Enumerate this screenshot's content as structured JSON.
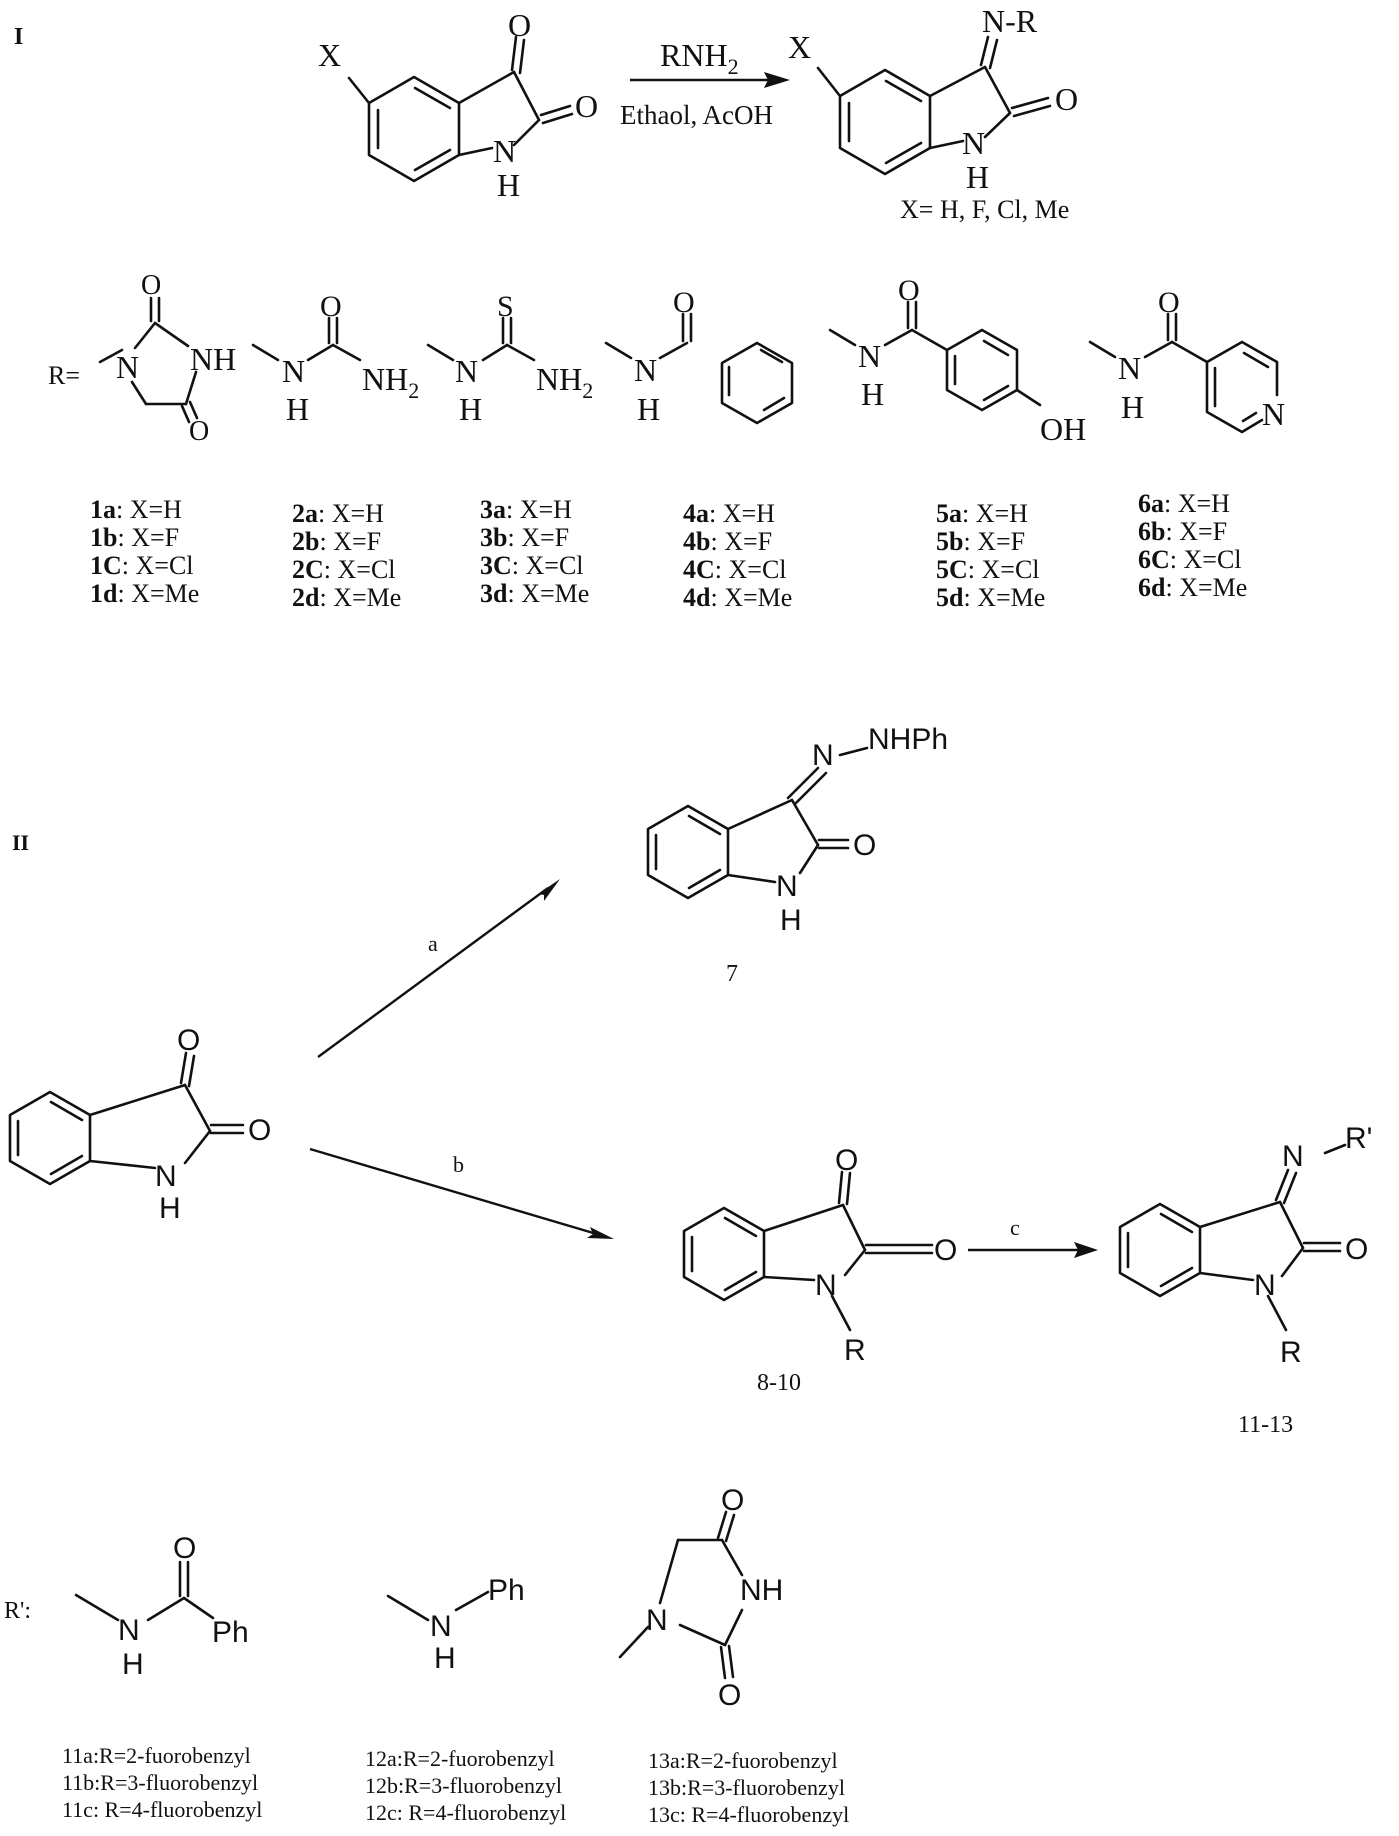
{
  "sections": {
    "I": "I",
    "II": "II"
  },
  "scheme_I": {
    "reactant": {
      "x": "X",
      "o3": "O",
      "o2": "O",
      "n": "N",
      "h": "H"
    },
    "reagent": "RNH",
    "reagent_sub": "2",
    "conditions": "Ethaol, AcOH",
    "product": {
      "x": "X",
      "nr": "N-R",
      "o": "O",
      "n": "N",
      "h": "H"
    },
    "x_values": "X= H, F, Cl, Me",
    "r_label": "R=",
    "groups": [
      {
        "id": "1",
        "atoms": {
          "o1": "O",
          "n1": "N",
          "nh": "NH",
          "o2": "O"
        },
        "labels": [
          {
            "num": "1a",
            "text": ": X=H"
          },
          {
            "num": "1b",
            "text": ": X=F"
          },
          {
            "num": "1C",
            "text": ": X=Cl"
          },
          {
            "num": "1d",
            "text": ": X=Me"
          }
        ]
      },
      {
        "id": "2",
        "atoms": {
          "o": "O",
          "n": "N",
          "h": "H",
          "nh2": "NH",
          "sub": "2"
        },
        "labels": [
          {
            "num": "2a",
            "text": ": X=H"
          },
          {
            "num": "2b",
            "text": ": X=F"
          },
          {
            "num": "2C",
            "text": ": X=Cl"
          },
          {
            "num": "2d",
            "text": ": X=Me"
          }
        ]
      },
      {
        "id": "3",
        "atoms": {
          "s": "S",
          "n": "N",
          "h": "H",
          "nh2": "NH",
          "sub": "2"
        },
        "labels": [
          {
            "num": "3a",
            "text": ": X=H"
          },
          {
            "num": "3b",
            "text": ": X=F"
          },
          {
            "num": "3C",
            "text": ": X=Cl"
          },
          {
            "num": "3d",
            "text": ": X=Me"
          }
        ]
      },
      {
        "id": "4",
        "atoms": {
          "o": "O",
          "n": "N",
          "h": "H"
        },
        "labels": [
          {
            "num": "4a",
            "text": ": X=H"
          },
          {
            "num": "4b",
            "text": ": X=F"
          },
          {
            "num": "4C",
            "text": ": X=Cl"
          },
          {
            "num": "4d",
            "text": ": X=Me"
          }
        ]
      },
      {
        "id": "5",
        "atoms": {
          "o": "O",
          "n": "N",
          "h": "H",
          "oh": "OH"
        },
        "labels": [
          {
            "num": "5a",
            "text": ": X=H"
          },
          {
            "num": "5b",
            "text": ": X=F"
          },
          {
            "num": "5C",
            "text": ": X=Cl"
          },
          {
            "num": "5d",
            "text": ": X=Me"
          }
        ]
      },
      {
        "id": "6",
        "atoms": {
          "o": "O",
          "n": "N",
          "h": "H",
          "npy": "N"
        },
        "labels": [
          {
            "num": "6a",
            "text": ": X=H"
          },
          {
            "num": "6b",
            "text": ": X=F"
          },
          {
            "num": "6C",
            "text": ": X=Cl"
          },
          {
            "num": "6d",
            "text": ": X=Me"
          }
        ]
      }
    ]
  },
  "scheme_II": {
    "isatin": {
      "o3": "O",
      "o2": "O",
      "n": "N",
      "h": "H"
    },
    "step_a": "a",
    "step_b": "b",
    "step_c": "c",
    "compound7": {
      "n": "N",
      "nhph": "NHPh",
      "o": "O",
      "nh_n": "N",
      "nh_h": "H",
      "label": "7"
    },
    "compound8_10": {
      "o3": "O",
      "o2": "O",
      "n": "N",
      "r": "R",
      "label": "8-10"
    },
    "compound11_13": {
      "n": "N",
      "rprime": "R'",
      "o": "O",
      "n1": "N",
      "r": "R",
      "label": "11-13"
    },
    "rprime_label": "R':",
    "rprime_groups": [
      {
        "id": "11",
        "atoms": {
          "o": "O",
          "n": "N",
          "h": "H",
          "ph": "Ph"
        },
        "labels": [
          "11a:R=2-fuorobenzyl",
          "11b:R=3-fluorobenzyl",
          "11c: R=4-fluorobenzyl"
        ]
      },
      {
        "id": "12",
        "atoms": {
          "n": "N",
          "h": "H",
          "ph": "Ph"
        },
        "labels": [
          "12a:R=2-fuorobenzyl",
          "12b:R=3-fluorobenzyl",
          "12c: R=4-fluorobenzyl"
        ]
      },
      {
        "id": "13",
        "atoms": {
          "o1": "O",
          "nh": "NH",
          "n": "N",
          "o2": "O"
        },
        "labels": [
          "13a:R=2-fuorobenzyl",
          "13b:R=3-fluorobenzyl",
          "13c: R=4-fluorobenzyl"
        ]
      }
    ]
  }
}
